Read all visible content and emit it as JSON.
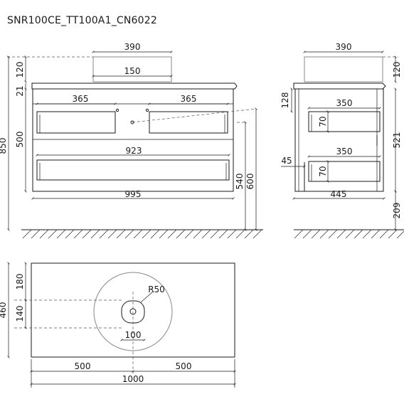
{
  "title": "SNR100CE_TT100A1_CN6022",
  "front_view": {
    "basin_width": "390",
    "basin_height": "120",
    "drain_offset": "150",
    "countertop": "21",
    "drawer_left_width": "365",
    "drawer_right_width": "365",
    "total_height": "850",
    "cabinet_height": "500",
    "lower_drawer_width": "923",
    "cabinet_width": "995",
    "height_540": "540",
    "height_600": "600"
  },
  "side_view": {
    "basin_width": "390",
    "basin_height": "120",
    "top_gap": "128",
    "drawer_depth_upper": "350",
    "drawer_depth_lower": "350",
    "drawer_height_upper": "70",
    "drawer_height_lower": "70",
    "cabinet_height": "521",
    "toe": "45",
    "cabinet_depth": "445",
    "floor_clearance": "209"
  },
  "top_view": {
    "radius": "R50",
    "depth_180": "180",
    "depth_140": "140",
    "total_depth": "460",
    "drain_width": "100",
    "half_left": "500",
    "half_right": "500",
    "total_width": "1000"
  }
}
